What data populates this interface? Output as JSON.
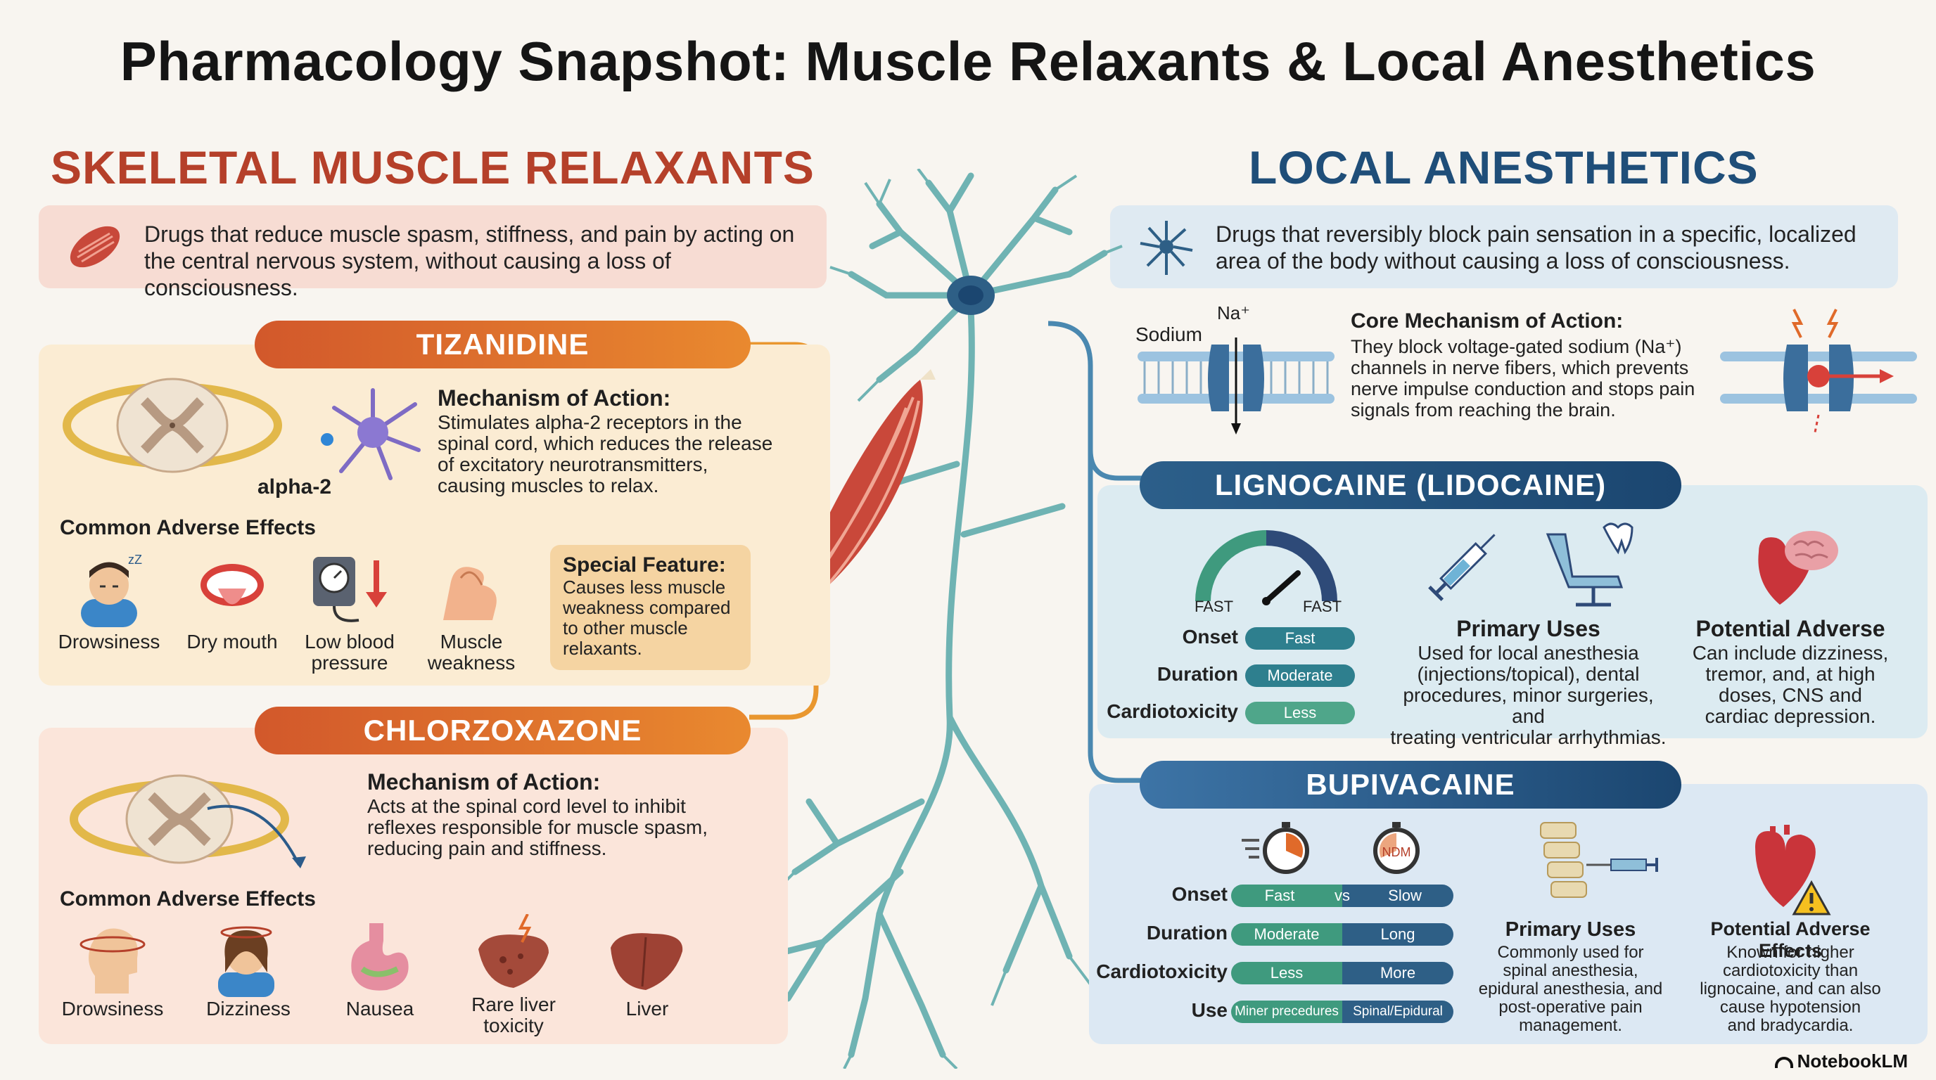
{
  "title": "Pharmacology Snapshot: Muscle Relaxants & Local Anesthetics",
  "left": {
    "heading": "SKELETAL MUSCLE RELAXANTS",
    "definition": "Drugs that reduce muscle spasm, stiffness, and pain by acting on the central nervous system, without causing a loss of consciousness.",
    "tizanidine": {
      "name": "TIZANIDINE",
      "receptor_label": "alpha-2",
      "moa_title": "Mechanism of Action:",
      "moa_lines": [
        "Stimulates alpha-2 receptors in the",
        "spinal cord, which reduces the release",
        "of excitatory neurotransmitters,",
        "causing muscles to relax."
      ],
      "ae_title": "Common Adverse Effects",
      "adverse": [
        {
          "line1": "Drowsiness",
          "line2": ""
        },
        {
          "line1": "Dry mouth",
          "line2": ""
        },
        {
          "line1": "Low blood",
          "line2": "pressure"
        },
        {
          "line1": "Muscle",
          "line2": "weakness"
        }
      ],
      "special_title": "Special Feature:",
      "special_lines": [
        "Causes less muscle",
        "weakness compared",
        "to other muscle",
        "relaxants."
      ]
    },
    "chlorzoxazone": {
      "name": "CHLORZOXAZONE",
      "moa_title": "Mechanism of Action:",
      "moa_lines": [
        "Acts at the spinal cord level to inhibit",
        "reflexes responsible for muscle spasm,",
        "reducing pain and stiffness."
      ],
      "ae_title": "Common Adverse Effects",
      "adverse": [
        {
          "line1": "Drowsiness",
          "line2": ""
        },
        {
          "line1": "Dizziness",
          "line2": ""
        },
        {
          "line1": "Nausea",
          "line2": ""
        },
        {
          "line1": "Rare liver",
          "line2": "toxicity"
        },
        {
          "line1": "Liver",
          "line2": ""
        }
      ]
    }
  },
  "right": {
    "heading": "LOCAL ANESTHETICS",
    "definition": "Drugs that reversibly block pain sensation in a specific, localized area of the body without causing a loss of consciousness.",
    "mechanism": {
      "sodium_label": "Sodium",
      "na_label": "Na⁺",
      "title": "Core Mechanism of Action:",
      "lines": [
        "They block voltage-gated sodium (Na⁺)",
        "channels in nerve fibers, which prevents",
        "nerve impulse conduction and stops pain",
        "signals from reaching the brain."
      ]
    },
    "lignocaine": {
      "name": "LIGNOCAINE (LIDOCAINE)",
      "gauge_left": "FAST",
      "gauge_right": "FAST",
      "onset_label": "Onset",
      "onset_value": "Fast",
      "duration_label": "Duration",
      "duration_value": "Moderate",
      "cardio_label": "Cardiotoxicity",
      "cardio_value": "Less",
      "uses_title": "Primary Uses",
      "uses_lines": [
        "Used for local anesthesia",
        "(injections/topical), dental",
        "procedures, minor surgeries, and",
        "treating ventricular arrhythmias."
      ],
      "adverse_title": "Potential Adverse",
      "adverse_lines": [
        "Can include dizziness,",
        "tremor, and, at high",
        "doses, CNS and",
        "cardiac depression."
      ]
    },
    "bupivacaine": {
      "name": "BUPIVACAINE",
      "clock2_label": "NDM",
      "onset_label": "Onset",
      "onset_a": "Fast",
      "onset_vs": "vs",
      "onset_b": "Slow",
      "duration_label": "Duration",
      "duration_a": "Moderate",
      "duration_b": "Long",
      "cardio_label": "Cardiotoxicity",
      "cardio_a": "Less",
      "cardio_b": "More",
      "use_label": "Use",
      "use_a": "Miner precedures",
      "use_b": "Spinal/Epidural",
      "uses_title": "Primary Uses",
      "uses_lines": [
        "Commonly used for",
        "spinal anesthesia,",
        "epidural anesthesia, and",
        "post-operative pain",
        "management."
      ],
      "adverse_title": "Potential Adverse Effects",
      "adverse_lines": [
        "Known for higher",
        "cardiotoxicity than",
        "lignocaine, and can also",
        "cause hypotension",
        "and bradycardia."
      ]
    }
  },
  "brand": "NotebookLM",
  "colors": {
    "left_accent": "#b5402a",
    "right_accent": "#1f4e79",
    "neuron": "#6fb3b3",
    "green": "#3f9a7e",
    "blue": "#1f4e79"
  }
}
